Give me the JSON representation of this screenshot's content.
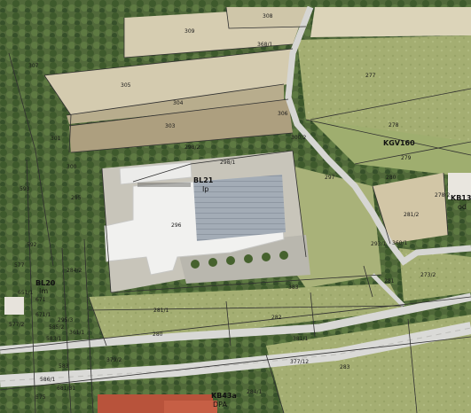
{
  "map": {
    "zones": [
      {
        "id": "bl21",
        "code": "BL21",
        "sub": "Ip"
      },
      {
        "id": "kgv160",
        "code": "KGV160",
        "sub": ""
      },
      {
        "id": "bl20",
        "code": "BL20",
        "sub": "Im"
      },
      {
        "id": "kb43a",
        "code": "KB43a",
        "sub": "DPA"
      },
      {
        "id": "kb13",
        "code": "KB13",
        "sub": "od"
      }
    ],
    "parcels": [
      "308",
      "309",
      "368/1",
      "307",
      "305",
      "277",
      "304",
      "303",
      "306",
      "278",
      "300/2",
      "300",
      "301",
      "279",
      "280",
      "298/1",
      "298/2",
      "297",
      "296",
      "295",
      "281/2",
      "278/2",
      "293/1",
      "360/1",
      "273/2",
      "593",
      "592",
      "577",
      "284/2",
      "282",
      "281/1",
      "280",
      "381/1",
      "379/2",
      "377/12",
      "283",
      "284/1",
      "281",
      "361/1",
      "671",
      "671/1",
      "295/3",
      "383",
      "586/1",
      "585/2",
      "583/1",
      "583",
      "575",
      "577/2",
      "651/1",
      "681/31"
    ],
    "colors": {
      "field_light": "#d8d0b4",
      "field_dark": "#b2a88a",
      "meadow": "#a9b478",
      "forest": "#4b6334",
      "road": "#d9d9d6",
      "roof": "#f3f3f1",
      "roof_solar": "#a7b0ba",
      "gravel": "#c9c6bb",
      "boundary": "#2f2f2f"
    }
  }
}
